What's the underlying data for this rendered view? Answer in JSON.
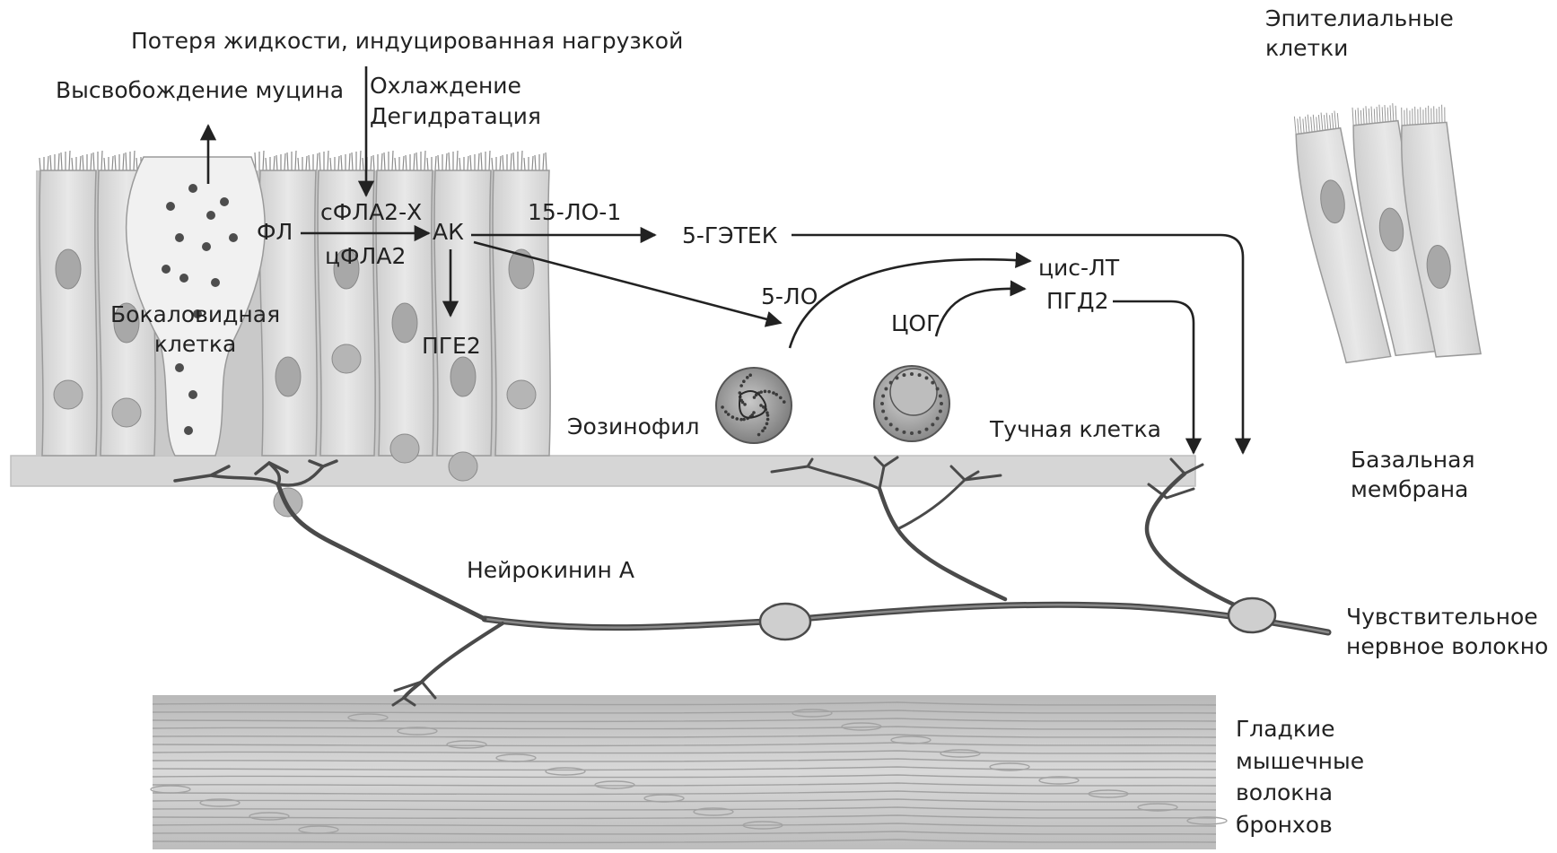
{
  "labels": {
    "fluid_loss": "Потеря жидкости, индуцированная нагрузкой",
    "mucin_release": "Высвобождение муцина",
    "cooling": "Охлаждение",
    "dehydration": "Дегидратация",
    "epithelial_cells": "Эпителиальные\nклетки",
    "pl": "ФЛ",
    "spla2": "сФЛА2-Х",
    "cpla2": "цФЛА2",
    "aa": "АК",
    "lo15": "15-ЛО-1",
    "hetex": "5-ГЭТЕК",
    "cislt": "цис-ЛТ",
    "pgd2": "ПГД2",
    "lo5": "5-ЛО",
    "cox": "ЦОГ",
    "pge2": "ПГЕ2",
    "goblet": "Бокаловидная\nклетка",
    "eosinophil": "Эозинофил",
    "mast": "Тучная клетка",
    "basal": "Базальная\nмембрана",
    "neurokinin": "Нейрокинин А",
    "sensory": "Чувствительное\nнервное волокно",
    "smooth": "Гладкие\nмышечные\nволокна\nбронхов"
  },
  "colors": {
    "ink": "#222222",
    "cell_fill": "#dcdcdc",
    "cell_stroke": "#9a9a9a",
    "membrane": "#d4d4d4",
    "nerve": "#4a4a4a"
  }
}
